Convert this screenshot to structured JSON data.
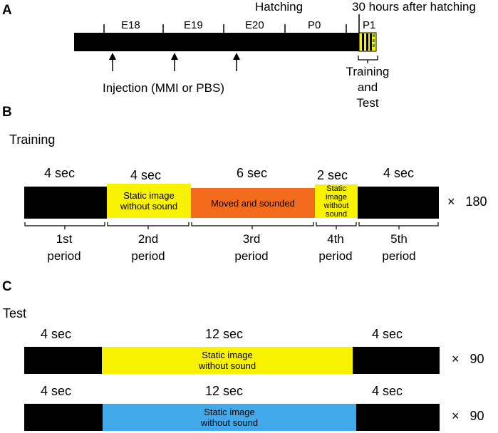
{
  "colors": {
    "black": "#000000",
    "yellow": "#f8f200",
    "orange": "#f26a1b",
    "blue": "#42a9ea",
    "stripe_blue": "#2d8bd0"
  },
  "panel_a": {
    "letter": "A",
    "days": [
      "E18",
      "E19",
      "E20",
      "P0",
      "P1"
    ],
    "hatching": "Hatching",
    "after_hatching": "30 hours after hatching",
    "injection": "Injection (MMI or PBS)",
    "training_and_test": [
      "Training",
      "and",
      "Test"
    ]
  },
  "panel_b": {
    "letter": "B",
    "title": "Training",
    "durations": [
      "4 sec",
      "4 sec",
      "6 sec",
      "2 sec",
      "4 sec"
    ],
    "segments": {
      "s2": [
        "Static image",
        "without sound"
      ],
      "s3": "Moved and sounded",
      "s4": [
        "Static",
        "image",
        "without",
        "sound"
      ]
    },
    "repeat": "×   180",
    "periods": [
      [
        "1st",
        "period"
      ],
      [
        "2nd",
        "period"
      ],
      [
        "3rd",
        "period"
      ],
      [
        "4th",
        "period"
      ],
      [
        "5th",
        "period"
      ]
    ]
  },
  "panel_c": {
    "letter": "C",
    "title": "Test",
    "row1": {
      "durations": [
        "4 sec",
        "12 sec",
        "4 sec"
      ],
      "label": [
        "Static image",
        "without sound"
      ],
      "repeat": "×   90"
    },
    "row2": {
      "durations": [
        "4 sec",
        "12 sec",
        "4 sec"
      ],
      "label": [
        "Static image",
        "without sound"
      ],
      "repeat": "×   90"
    }
  }
}
